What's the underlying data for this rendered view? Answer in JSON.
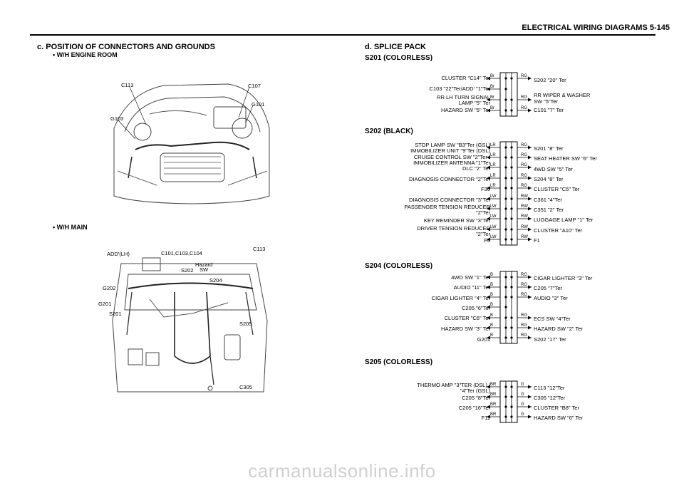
{
  "header": {
    "title": "ELECTRICAL WIRING DIAGRAMS  5-145"
  },
  "left": {
    "section_title": "c. POSITION OF CONNECTORS AND GROUNDS",
    "bullet_engine": "•  W/H ENGINE ROOM",
    "engine_labels": {
      "c113": "C113",
      "c107": "C107",
      "g101": "G101",
      "g103": "G103"
    },
    "bullet_main": "•  W/H MAIN",
    "main_labels": {
      "add_lh": "ADD'(LH)",
      "c101": "C101,C103,C104",
      "c113": "C113",
      "s202": "S202",
      "hazard": "Hazard",
      "sw": "SW",
      "s204": "S204",
      "g202": "G202",
      "g201": "G201",
      "s201": "S201",
      "s205": "S205",
      "c305": "C305"
    }
  },
  "right": {
    "section_title": "d. SPLICE PACK",
    "packs": [
      {
        "title": "S201  (COLORLESS)",
        "left": [
          {
            "text": "CLUSTER \"C14\" Ter",
            "wire": "Br"
          },
          {
            "text": "C103 \"22\"Ter/ADD' \"1\"Ter",
            "wire": "Br"
          },
          {
            "text": "RR LH TURN SIGNAL",
            "text2": "LAMP \"5\" Ter",
            "wire": "Br"
          },
          {
            "text": "HAZARD SW \"5\" Ter",
            "wire": "Br"
          }
        ],
        "right": [
          {
            "text": "S202 \"20\" Ter",
            "wire": "RG"
          },
          {
            "text": "",
            "wire": ""
          },
          {
            "text": "RR WIPER & WASHER",
            "text2": "SW \"5\"Ter",
            "wire": "RG"
          },
          {
            "text": "C101 \"7\" Ter",
            "wire": "RG"
          }
        ]
      },
      {
        "title": "S202  (BLACK)",
        "left": [
          {
            "text": "STOP LAMP SW \"B3\"Ter (GSL)",
            "text2": "IMMOBILIZER UNIT \"9\"Ter (DSL)",
            "wire": "LR"
          },
          {
            "text": "CRUISE CONTROL SW \"2\"Ter /",
            "text2": "IMMOBILIZER ANTENNA \"1\"Ter",
            "wire": "LR"
          },
          {
            "text": "DLC \"2\" Ter",
            "wire": "LR"
          },
          {
            "text": "DIAGNOSIS CONNECTOR \"2\"Ter",
            "wire": "LR"
          },
          {
            "text": "F30",
            "wire": "LR"
          },
          {
            "text": "DIAGNOSIS CONNECTOR \"3\"Ter",
            "wire": "LW"
          },
          {
            "text": "PASSENGER TENSION REDUCER",
            "text2": "\"2\"Ter",
            "wire": "LW"
          },
          {
            "text": "KEY REMINDER SW \"3\"Ter",
            "wire": "LW"
          },
          {
            "text": "DRIVER TENSION REDUCER",
            "text2": "\"2\"Ter",
            "wire": "LW"
          },
          {
            "text": "F6",
            "wire": "LW"
          }
        ],
        "right": [
          {
            "text": "S201 \"8\" Ter",
            "wire": "RG"
          },
          {
            "text": "SEAT HEATER SW \"6\" Ter",
            "wire": "RG"
          },
          {
            "text": "4WD SW \"5\" Ter",
            "wire": "RG"
          },
          {
            "text": "S204 \"8\" Ter",
            "wire": "RG"
          },
          {
            "text": "CLUSTER \"C5\" Ter",
            "wire": "RG"
          },
          {
            "text": "C361 \"4\"Ter",
            "wire": "RW"
          },
          {
            "text": "C351 \"2\" Ter",
            "wire": "RW"
          },
          {
            "text": "LUGGAGE LAMP \"1\" Ter",
            "wire": "RW"
          },
          {
            "text": "CLUSTER \"A10\" Ter",
            "wire": "RW"
          },
          {
            "text": "F1",
            "wire": "RW"
          }
        ]
      },
      {
        "title": "S204  (COLORLESS)",
        "left": [
          {
            "text": "4WD SW \"1\" Ter",
            "wire": "B"
          },
          {
            "text": "AUDIO \"11\" Ter",
            "wire": "B"
          },
          {
            "text": "CIGAR LIGHTER \"4\" Ter",
            "wire": "B"
          },
          {
            "text": "C205 \"6\"Ter",
            "wire": "B"
          },
          {
            "text": "CLUSTER \"C6\" Ter",
            "wire": "B"
          },
          {
            "text": "HAZARD SW \"3\" Ter",
            "wire": "B"
          },
          {
            "text": "G201",
            "wire": "B"
          }
        ],
        "right": [
          {
            "text": "CIGAR LIGHTER \"3\" Ter",
            "wire": "RG"
          },
          {
            "text": "C205 \"7\"Ter",
            "wire": "RG"
          },
          {
            "text": "AUDIO \"3\" Ter",
            "wire": "RG"
          },
          {
            "text": "",
            "wire": ""
          },
          {
            "text": "ECS SW \"4\"Ter",
            "wire": "RG"
          },
          {
            "text": "HAZARD SW \"2\" Ter",
            "wire": "RG"
          },
          {
            "text": "S202 \"17\" Ter",
            "wire": "RG"
          }
        ]
      },
      {
        "title": "S205  (COLORLESS)",
        "left": [
          {
            "text": "THERMO AMP \"3\"TER (DSL) /",
            "text2": "\"4\"Ter (GSL)",
            "wire": "BR"
          },
          {
            "text": "C205 \"8\"Ter",
            "wire": "BR"
          },
          {
            "text": "C205 \"16\"Ter",
            "wire": "BR"
          },
          {
            "text": "F11",
            "wire": "BR"
          }
        ],
        "right": [
          {
            "text": "C113 \"12\"Ter",
            "wire": "G"
          },
          {
            "text": "C305 \"12\"Ter",
            "wire": "G"
          },
          {
            "text": "CLUSTER \"B8\" Ter",
            "wire": "G"
          },
          {
            "text": "HAZARD SW \"6\" Ter",
            "wire": "G"
          }
        ]
      }
    ]
  },
  "watermark": "carmanualsonline.info"
}
